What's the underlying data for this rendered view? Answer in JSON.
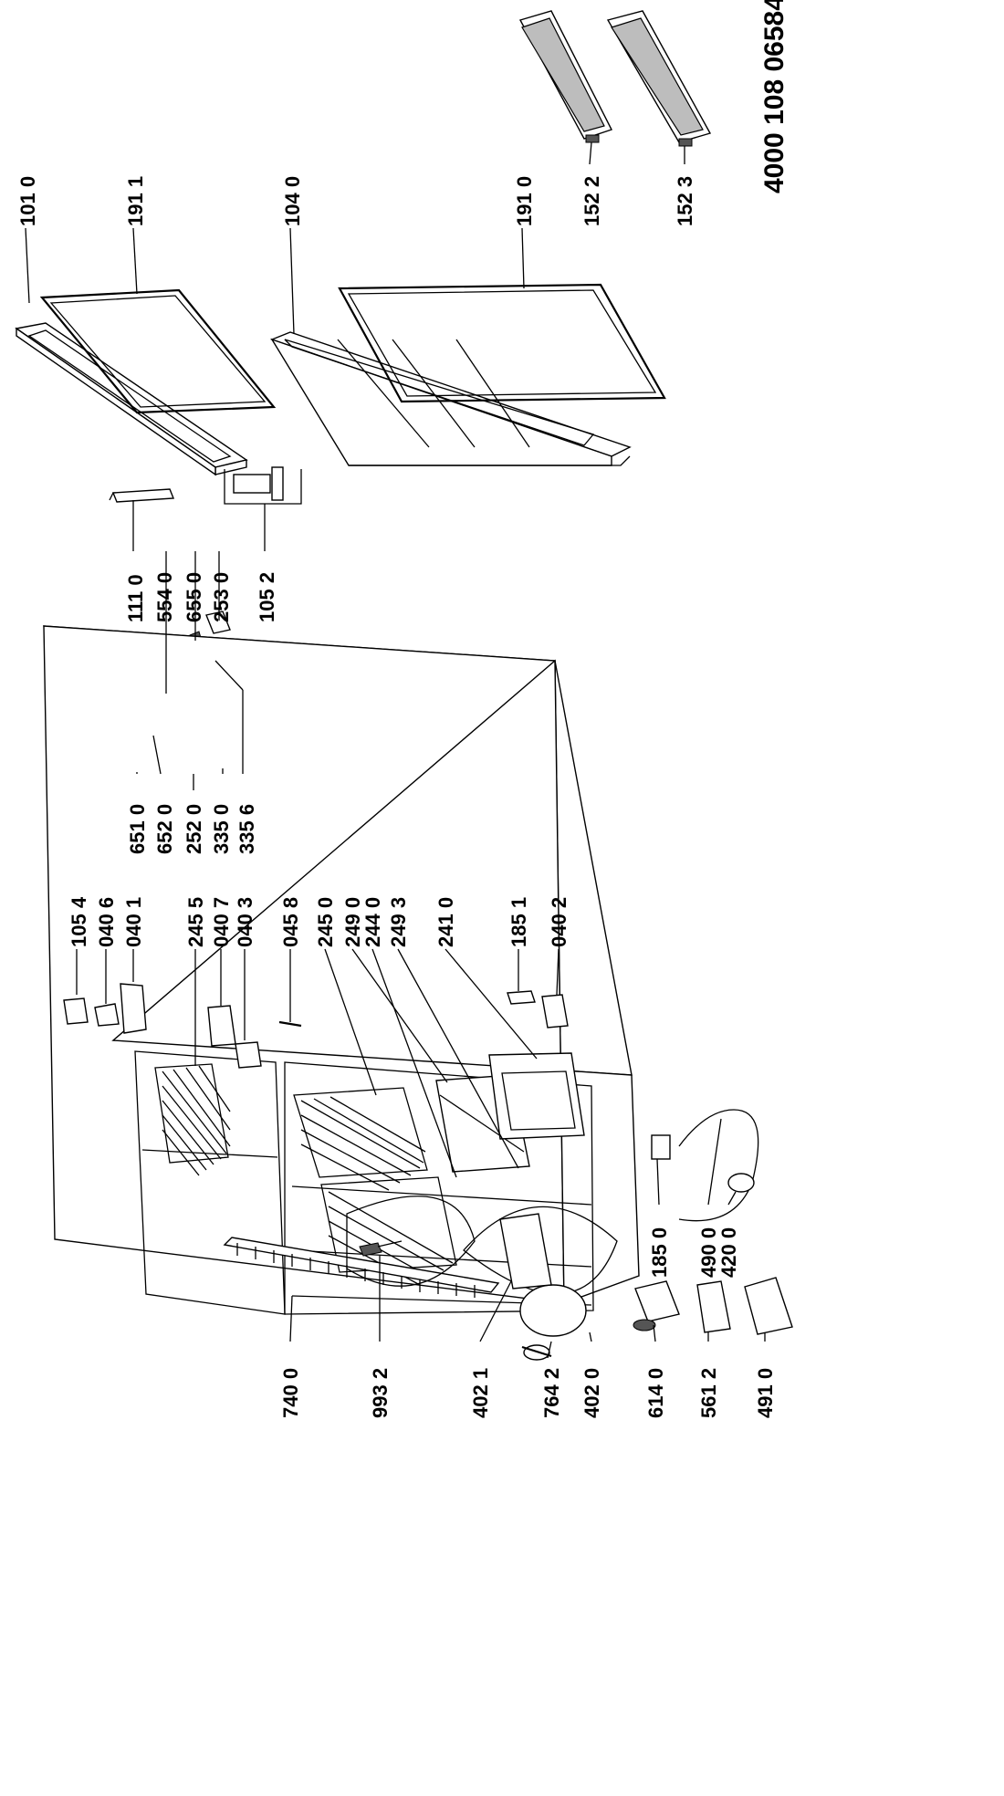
{
  "document_number": "4000 108 06584",
  "part_labels": [
    "101 0",
    "191 1",
    "104 0",
    "191 0",
    "152 2",
    "152 3",
    "111 0",
    "554 0",
    "655 0",
    "253 0",
    "105 2",
    "651 0",
    "652 0",
    "252 0",
    "335 0",
    "335 6",
    "105 4",
    "040 6",
    "040 1",
    "245 5",
    "040 7",
    "040 3",
    "045 8",
    "245 0",
    "249 0",
    "244 0",
    "249 3",
    "241 0",
    "185 1",
    "040 2",
    "185 0",
    "490 0",
    "420 0",
    "740 0",
    "993 2",
    "402 1",
    "764 2",
    "402 0",
    "614 0",
    "561 2",
    "491 0"
  ]
}
